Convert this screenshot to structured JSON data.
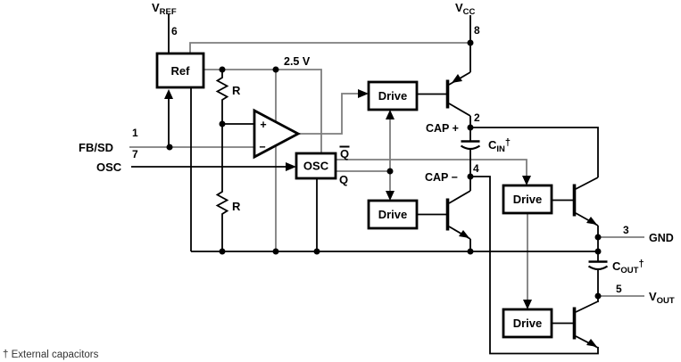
{
  "figure": {
    "footnote": "† External capacitors",
    "wire_colors": {
      "primary": "#000000",
      "secondary": "#7d7d7d"
    },
    "pins": {
      "vref": {
        "main": "V",
        "sub": "REF",
        "number": "6"
      },
      "vcc": {
        "main": "V",
        "sub": "CC",
        "number": "8"
      },
      "fb_sd": {
        "label": "FB/SD",
        "number": "1"
      },
      "osc": {
        "label": "OSC",
        "number": "7"
      },
      "cap_plus": {
        "label": "CAP +",
        "number": "2"
      },
      "cap_minus": {
        "label": "CAP −",
        "number": "4"
      },
      "gnd": {
        "label": "GND",
        "number": "3"
      },
      "vout": {
        "main": "V",
        "sub": "OUT",
        "number": "5"
      }
    },
    "blocks": {
      "reference": "Ref",
      "oscillator": "OSC",
      "driver": "Drive"
    },
    "nets": {
      "reference_voltage": "2.5 V",
      "resistor": "R",
      "q": "Q",
      "q_bar": "Q"
    },
    "comparator": {
      "plus": "+",
      "minus": "−"
    },
    "capacitors": {
      "cin_main": "C",
      "cin_sub": "IN",
      "cin_dagger": "†",
      "cout_main": "C",
      "cout_sub": "OUT",
      "cout_dagger": "†"
    }
  }
}
